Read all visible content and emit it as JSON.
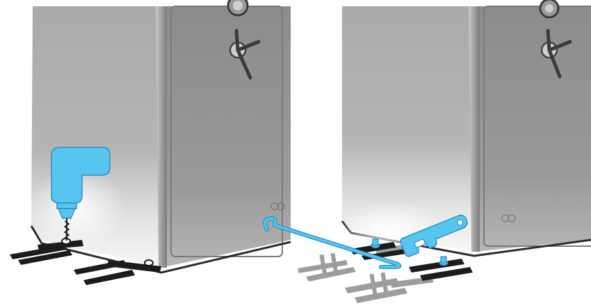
{
  "scene": {
    "panels": [
      {
        "name": "left-safe-panel",
        "step": "drill-anchor-holes"
      },
      {
        "name": "right-safe-panel",
        "step": "tighten-anchor-bolts"
      }
    ],
    "icons": [
      "drill-icon",
      "crowbar-icon",
      "wrench-icon",
      "anchor-bracket-icon",
      "bolt-icon"
    ],
    "colors": {
      "accent": "#56c6f0",
      "accent_stroke": "#2d8fbf",
      "safe_front": "#a8a8a8",
      "safe_side": "#8a8a8a",
      "bracket_dark": "#1c1c1c",
      "bracket_ghost": "#8d8d8d"
    }
  }
}
